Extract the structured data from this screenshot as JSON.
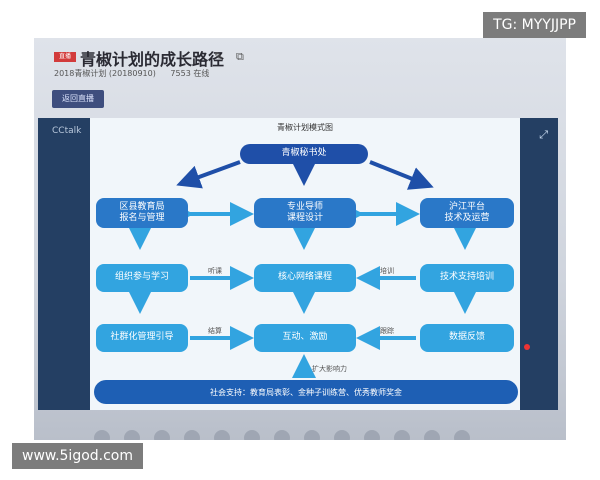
{
  "watermark": {
    "tg": "TG: MYYJJPP",
    "site": "www.5igod.com"
  },
  "header": {
    "logo": "直播",
    "title": "青椒计划的成长路径",
    "subtitle": "2018青椒计划 (20180910)",
    "online": "7553 在线",
    "back_label": "返回直播",
    "edit_icon": "edit-icon",
    "share_icon": "share-icon"
  },
  "player": {
    "brand": "CCtalk",
    "expand_icon": "expand-icon"
  },
  "diagram": {
    "title": "青椒计划模式图",
    "secretariat": "青椒秘书处",
    "district": "区县教育局\n报名与管理",
    "mentor": "专业导师\n课程设计",
    "hujiang": "沪江平台\n技术及运营",
    "organize": "组织参与学习",
    "core": "核心网络课程",
    "support": "技术支持培训",
    "community": "社群化管理引导",
    "interact": "互动、激励",
    "feedback": "数据反馈",
    "edge_listen": "听课",
    "edge_train": "培训",
    "edge_award": "结算",
    "edge_track": "跟踪",
    "expand_influence": "扩大影响力",
    "social": "社会支持：教育局表彰、金种子训练营、优秀教师奖金"
  },
  "colors": {
    "dark_node": "#1f4fa8",
    "mid_node": "#2a78c8",
    "light_node": "#32a4e0",
    "player_bg": "#243f63"
  }
}
